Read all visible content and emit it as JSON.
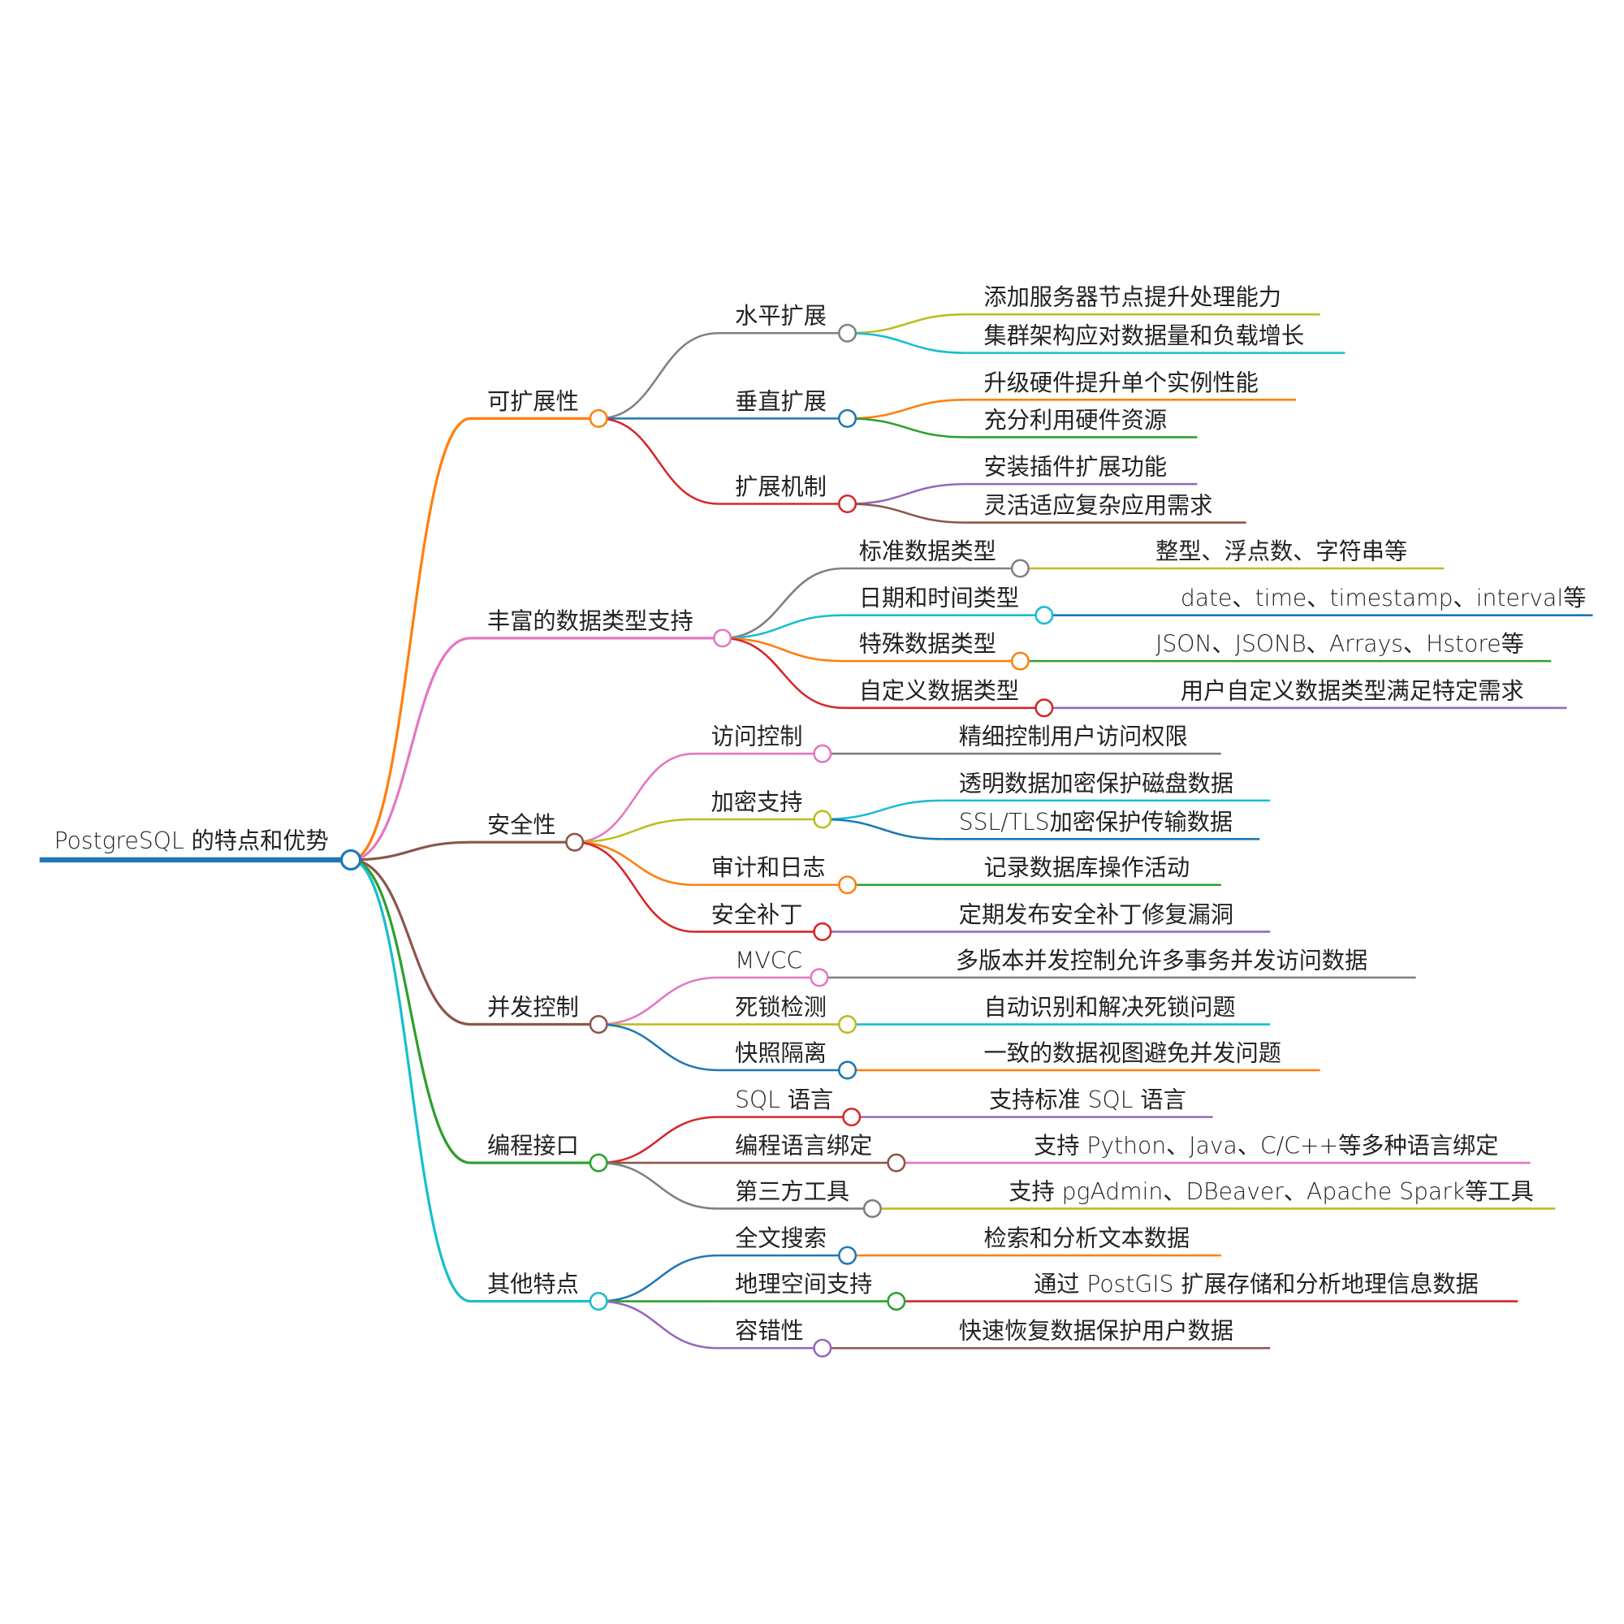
{
  "root": {
    "label": "PostgreSQL 的特点和优势",
    "color": "#1f77b4"
  },
  "branches": [
    {
      "label": "可扩展性",
      "color": "#ff7f0e",
      "children": [
        {
          "label": "水平扩展",
          "color": "#7f7f7f",
          "children": [
            {
              "label": "添加服务器节点提升处理能力",
              "color": "#bcbd22"
            },
            {
              "label": "集群架构应对数据量和负载增长",
              "color": "#17becf"
            }
          ]
        },
        {
          "label": "垂直扩展",
          "color": "#1f77b4",
          "children": [
            {
              "label": "升级硬件提升单个实例性能",
              "color": "#ff7f0e"
            },
            {
              "label": "充分利用硬件资源",
              "color": "#2ca02c"
            }
          ]
        },
        {
          "label": "扩展机制",
          "color": "#d62728",
          "children": [
            {
              "label": "安装插件扩展功能",
              "color": "#9467bd"
            },
            {
              "label": "灵活适应复杂应用需求",
              "color": "#8c564b"
            }
          ]
        }
      ]
    },
    {
      "label": "丰富的数据类型支持",
      "color": "#e377c2",
      "children": [
        {
          "label": "标准数据类型",
          "color": "#7f7f7f",
          "children": [
            {
              "label": "整型、浮点数、字符串等",
              "color": "#bcbd22"
            }
          ]
        },
        {
          "label": "日期和时间类型",
          "color": "#17becf",
          "children": [
            {
              "label": "date、time、timestamp、interval等",
              "color": "#1f77b4"
            }
          ]
        },
        {
          "label": "特殊数据类型",
          "color": "#ff7f0e",
          "children": [
            {
              "label": "JSON、JSONB、Arrays、Hstore等",
              "color": "#2ca02c"
            }
          ]
        },
        {
          "label": "自定义数据类型",
          "color": "#d62728",
          "children": [
            {
              "label": "用户自定义数据类型满足特定需求",
              "color": "#9467bd"
            }
          ]
        }
      ]
    },
    {
      "label": "安全性",
      "color": "#8c564b",
      "children": [
        {
          "label": "访问控制",
          "color": "#e377c2",
          "children": [
            {
              "label": "精细控制用户访问权限",
              "color": "#7f7f7f"
            }
          ]
        },
        {
          "label": "加密支持",
          "color": "#bcbd22",
          "children": [
            {
              "label": "透明数据加密保护磁盘数据",
              "color": "#17becf"
            },
            {
              "label": "SSL/TLS加密保护传输数据",
              "color": "#1f77b4"
            }
          ]
        },
        {
          "label": "审计和日志",
          "color": "#ff7f0e",
          "children": [
            {
              "label": "记录数据库操作活动",
              "color": "#2ca02c"
            }
          ]
        },
        {
          "label": "安全补丁",
          "color": "#d62728",
          "children": [
            {
              "label": "定期发布安全补丁修复漏洞",
              "color": "#9467bd"
            }
          ]
        }
      ]
    },
    {
      "label": "并发控制",
      "color": "#8c564b",
      "children": [
        {
          "label": "MVCC",
          "color": "#e377c2",
          "children": [
            {
              "label": "多版本并发控制允许多事务并发访问数据",
              "color": "#7f7f7f"
            }
          ]
        },
        {
          "label": "死锁检测",
          "color": "#bcbd22",
          "children": [
            {
              "label": "自动识别和解决死锁问题",
              "color": "#17becf"
            }
          ]
        },
        {
          "label": "快照隔离",
          "color": "#1f77b4",
          "children": [
            {
              "label": "一致的数据视图避免并发问题",
              "color": "#ff7f0e"
            }
          ]
        }
      ]
    },
    {
      "label": "编程接口",
      "color": "#2ca02c",
      "children": [
        {
          "label": "SQL 语言",
          "color": "#d62728",
          "children": [
            {
              "label": "支持标准 SQL 语言",
              "color": "#9467bd"
            }
          ]
        },
        {
          "label": "编程语言绑定",
          "color": "#8c564b",
          "children": [
            {
              "label": "支持 Python、Java、C/C++等多种语言绑定",
              "color": "#e377c2"
            }
          ]
        },
        {
          "label": "第三方工具",
          "color": "#7f7f7f",
          "children": [
            {
              "label": "支持 pgAdmin、DBeaver、Apache Spark等工具",
              "color": "#bcbd22"
            }
          ]
        }
      ]
    },
    {
      "label": "其他特点",
      "color": "#17becf",
      "children": [
        {
          "label": "全文搜索",
          "color": "#1f77b4",
          "children": [
            {
              "label": "检索和分析文本数据",
              "color": "#ff7f0e"
            }
          ]
        },
        {
          "label": "地理空间支持",
          "color": "#2ca02c",
          "children": [
            {
              "label": "通过 PostGIS 扩展存储和分析地理信息数据",
              "color": "#d62728"
            }
          ]
        },
        {
          "label": "容错性",
          "color": "#9467bd",
          "children": [
            {
              "label": "快速恢复数据保护用户数据",
              "color": "#8c564b"
            }
          ]
        }
      ]
    }
  ]
}
